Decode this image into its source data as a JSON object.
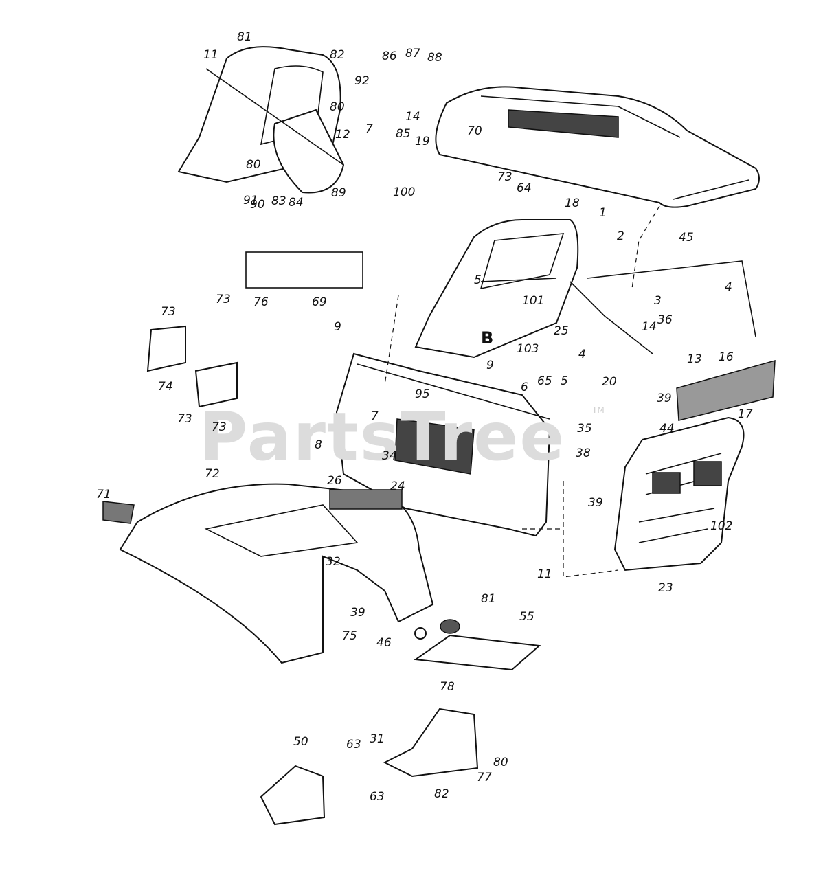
{
  "watermark": {
    "text": "PartsTree",
    "tm": "TM"
  },
  "labels": [
    "81",
    "11",
    "82",
    "86",
    "87",
    "88",
    "92",
    "14",
    "80",
    "12",
    "7",
    "85",
    "80",
    "91",
    "90",
    "83",
    "84",
    "89",
    "19",
    "70",
    "100",
    "73",
    "64",
    "18",
    "1",
    "2",
    "45",
    "76",
    "69",
    "5",
    "101",
    "3",
    "4",
    "25",
    "36",
    "14",
    "13",
    "9",
    "9",
    "103",
    "B",
    "4",
    "73",
    "73",
    "74",
    "73",
    "73",
    "95",
    "7",
    "6",
    "65",
    "5",
    "20",
    "16",
    "39",
    "17",
    "8",
    "35",
    "38",
    "44",
    "34",
    "72",
    "26",
    "24",
    "71",
    "32",
    "39",
    "102",
    "11",
    "23",
    "81",
    "55",
    "39",
    "75",
    "46",
    "78",
    "50",
    "63",
    "31",
    "80",
    "77",
    "63",
    "82"
  ]
}
